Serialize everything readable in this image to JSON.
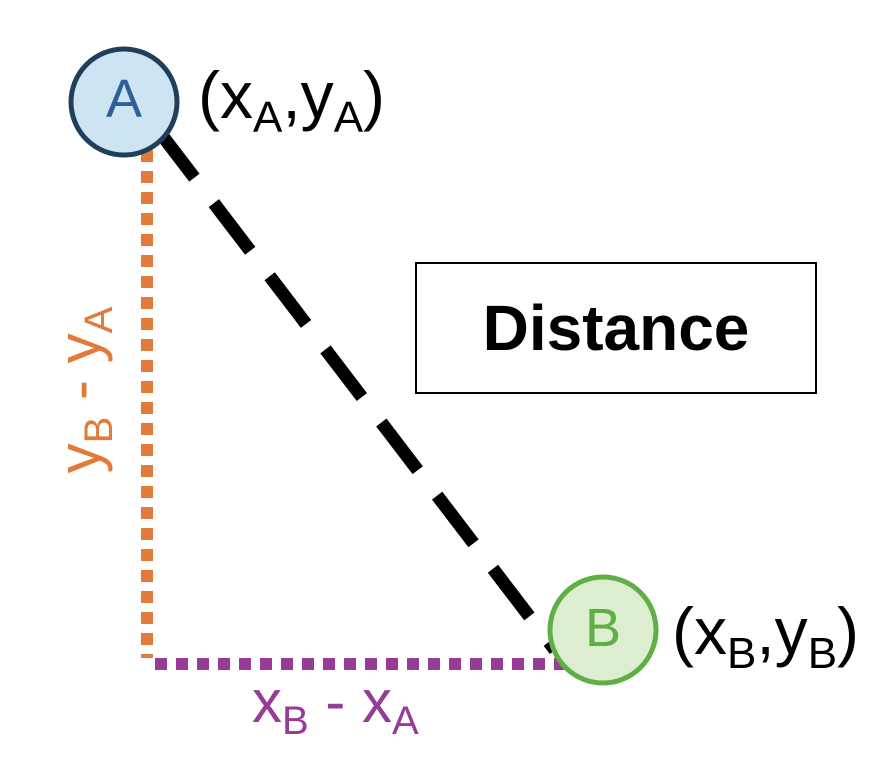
{
  "point_a": {
    "label": "A",
    "coord_open": "(x",
    "coord_sub1": "A",
    "coord_mid": ",y",
    "coord_sub2": "A",
    "coord_close": ")",
    "fill": "#cde4f2",
    "stroke": "#1f3f5a",
    "text_color": "#2e5f9a"
  },
  "point_b": {
    "label": "B",
    "coord_open": "(x",
    "coord_sub1": "B",
    "coord_mid": ",y",
    "coord_sub2": "B",
    "coord_close": ")",
    "fill": "#dcedd0",
    "stroke": "#5fae46",
    "text_color": "#5fae46"
  },
  "vertical_diff": {
    "main1": "y",
    "sub1": "B",
    "sep": " - ",
    "main2": "y",
    "sub2": "A",
    "color": "#e07b39"
  },
  "horizontal_diff": {
    "main1": "x",
    "sub1": "B",
    "sep": " - ",
    "main2": "x",
    "sub2": "A",
    "color": "#963c96"
  },
  "distance_label": "Distance",
  "distance_line_color": "#000000"
}
